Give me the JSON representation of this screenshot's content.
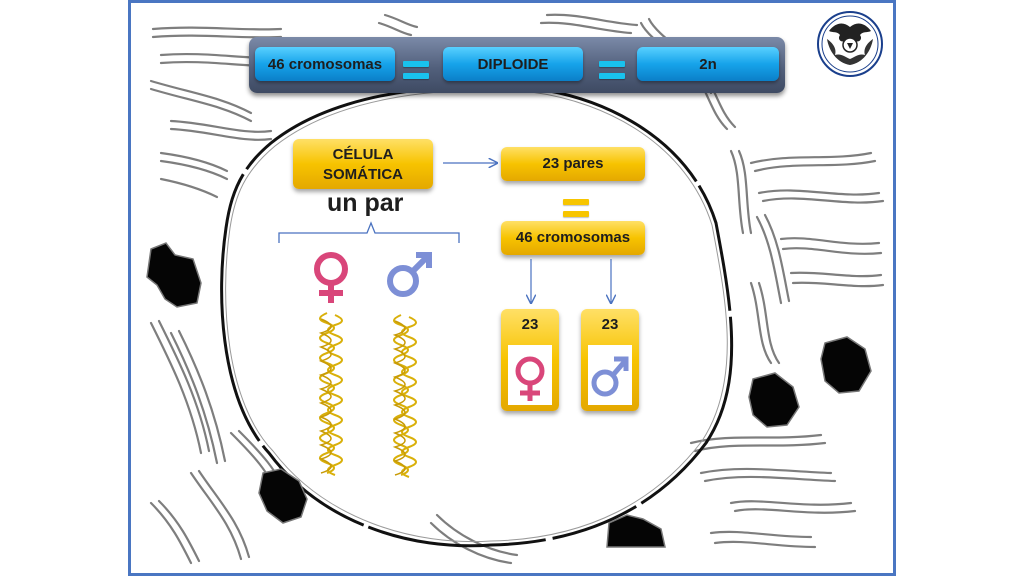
{
  "header": {
    "box1": "46 cromosomas",
    "box2": "DIPLOIDE",
    "box3": "2n"
  },
  "left": {
    "cell_label": "CÉLULA\nSOMÁTICA",
    "pair_label": "un par"
  },
  "right": {
    "pairs_label": "23 pares",
    "chromosomes_label": "46 cromosomas",
    "female_count": "23",
    "male_count": "23"
  },
  "icons": {
    "female": "female-symbol-icon",
    "male": "male-symbol-icon"
  },
  "colors": {
    "header_box": "#16a3ea",
    "gold_box": "#f7c300",
    "female_symbol": "#d9467a",
    "male_symbol": "#7d8fd6",
    "chromosome": "#d9b00a",
    "frame_border": "#4a76c2"
  }
}
